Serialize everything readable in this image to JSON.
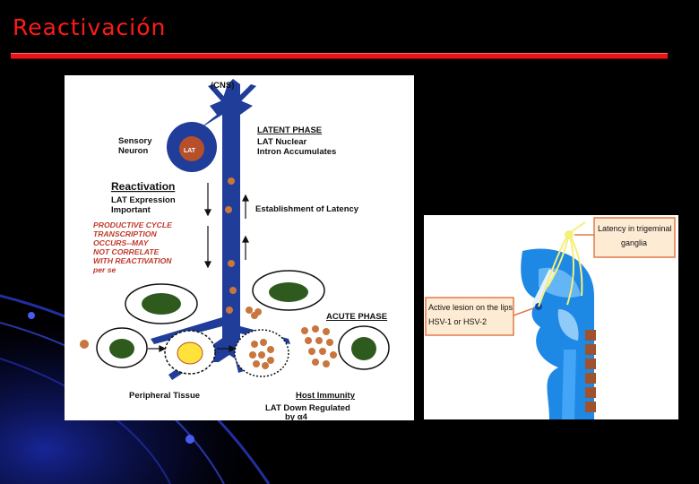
{
  "slide": {
    "title": "Reactivación"
  },
  "left_diagram": {
    "cns": "(CNS)",
    "sensory_neuron": [
      "Sensory",
      "Neuron"
    ],
    "lat_in_nucleus": "LAT",
    "latent_phase": {
      "heading": "LATENT PHASE",
      "lines": [
        "LAT Nuclear",
        "Intron Accumulates"
      ]
    },
    "reactivation": {
      "heading": "Reactivation",
      "lines": [
        "LAT Expression",
        "Important"
      ]
    },
    "productive_cycle": [
      "PRODUCTIVE CYCLE",
      "TRANSCRIPTION",
      "OCCURS--MAY",
      "NOT CORRELATE",
      "WITH REACTIVATION",
      "per se"
    ],
    "establishment": "Establishment of Latency",
    "acute_phase": "ACUTE PHASE",
    "peripheral_tissue": "Peripheral Tissue",
    "host_immunity": "Host Immunity",
    "lat_down": [
      "LAT Down Regulated",
      "by α4"
    ],
    "colors": {
      "neuron": "#1f3d99",
      "nucleus": "#b5502a",
      "virion": "#c8763e",
      "cell_nucleus": "#2f5a1e",
      "infected_nucleus": "#ffe23a",
      "red_text": "#c0392b"
    }
  },
  "right_diagram": {
    "latency_label": [
      "Latency in trigeminal",
      "ganglia"
    ],
    "lesion_label": [
      "Active lesion on the lips",
      "HSV-1 or HSV-2"
    ],
    "colors": {
      "anatomy": "#1e88e5",
      "nerve": "#f5f07a",
      "bone": "#a0522d",
      "label_bg": "#fdebd3",
      "label_border": "#e07a4a"
    }
  }
}
